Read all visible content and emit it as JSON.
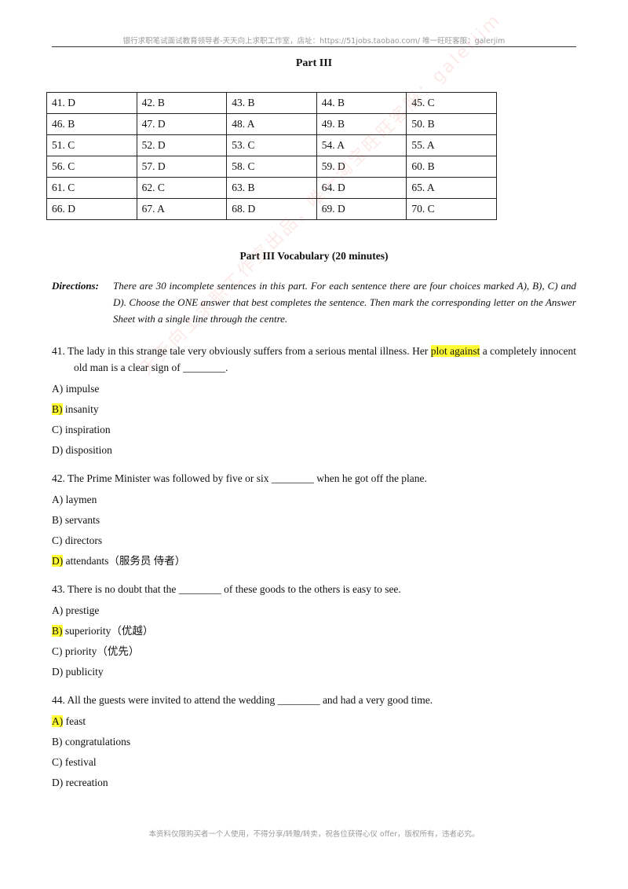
{
  "header": {
    "text": "银行求职笔试面试教育领导者-天天向上求职工作室，店址：https://51jobs.taobao.com/  唯一旺旺客服：galerjim"
  },
  "part_title": "Part III",
  "answer_table": {
    "rows": [
      [
        "41.  D",
        "42.  B",
        "43.  B",
        "44.  B",
        "45.  C"
      ],
      [
        "46.  B",
        "47.  D",
        "48.  A",
        "49.  B",
        "50.  B"
      ],
      [
        "51.  C",
        "52.  D",
        "53.  C",
        "54.  A",
        "55.  A"
      ],
      [
        "56.  C",
        "57.  D",
        "58.  C",
        "59.  D",
        "60.  B"
      ],
      [
        "61.  C",
        "62.  C",
        "63.  B",
        "64.  D",
        "65.  A"
      ],
      [
        "66.  D",
        "67.  A",
        "68.  D",
        "69.  D",
        "70.  C"
      ]
    ]
  },
  "section_title": "Part III Vocabulary (20 minutes)",
  "directions": {
    "label": "Directions:",
    "text": "There are 30 incomplete sentences in this part. For each sentence there are four choices marked A), B), C) and D). Choose the ONE answer that best completes the sentence. Then mark the corresponding letter on the Answer Sheet with a single line through the centre."
  },
  "questions": [
    {
      "stem_before": "41.   The lady in this strange tale very obviously suffers from a serious mental illness. Her ",
      "stem_highlight": "plot against",
      "stem_after": " a completely innocent old man is a clear sign of ________.",
      "options": [
        {
          "letter": "A)",
          "text": " impulse",
          "highlighted": false
        },
        {
          "letter": "B)",
          "text": " insanity",
          "highlighted": true
        },
        {
          "letter": "C)",
          "text": " inspiration",
          "highlighted": false
        },
        {
          "letter": "D)",
          "text": " disposition",
          "highlighted": false
        }
      ]
    },
    {
      "stem_before": "42.   The Prime Minister was followed by five or six ________ when he got off the plane.",
      "stem_highlight": "",
      "stem_after": "",
      "options": [
        {
          "letter": "A)",
          "text": " laymen",
          "highlighted": false
        },
        {
          "letter": "B)",
          "text": " servants",
          "highlighted": false
        },
        {
          "letter": "C)",
          "text": " directors",
          "highlighted": false
        },
        {
          "letter": "D)",
          "text": " attendants（服务员  侍者）",
          "highlighted": true
        }
      ]
    },
    {
      "stem_before": "43.   There is no doubt that the ________ of these goods to the others is easy to see.",
      "stem_highlight": "",
      "stem_after": "",
      "options": [
        {
          "letter": "A)",
          "text": " prestige",
          "highlighted": false
        },
        {
          "letter": "B)",
          "text": " superiority（优越）",
          "highlighted": true
        },
        {
          "letter": "C)",
          "text": " priority（优先）",
          "highlighted": false
        },
        {
          "letter": "D)",
          "text": " publicity",
          "highlighted": false
        }
      ]
    },
    {
      "stem_before": "44.   All the guests were invited to attend the wedding ________ and had a very good time.",
      "stem_highlight": "",
      "stem_after": "",
      "options": [
        {
          "letter": "A)",
          "text": " feast",
          "highlighted": true
        },
        {
          "letter": "B)",
          "text": " congratulations",
          "highlighted": false
        },
        {
          "letter": "C)",
          "text": " festival",
          "highlighted": false
        },
        {
          "letter": "D)",
          "text": " recreation",
          "highlighted": false
        }
      ]
    }
  ],
  "watermark": {
    "text": "天天向上求职工作室出品，唯一淘宝旺旺客服：galerjim"
  },
  "footer": {
    "text": "本资料仅限购买者一个人使用，不得分享/转赠/转卖，祝各位获得心仪 offer，版权所有，违者必究。"
  }
}
